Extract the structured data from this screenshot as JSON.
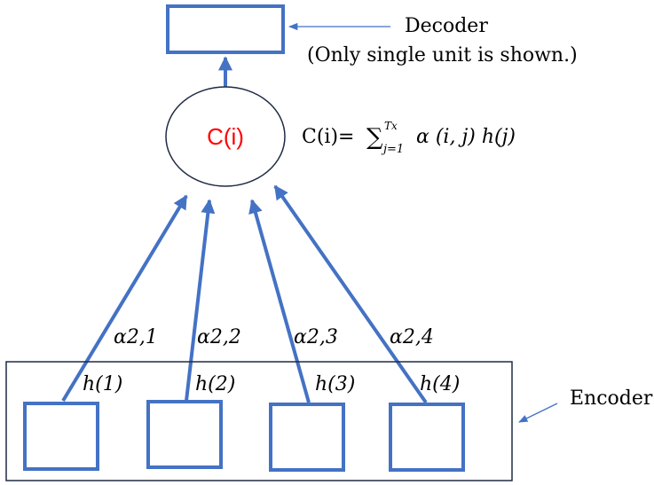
{
  "decoder": {
    "label": "Decoder",
    "note": "(Only single unit is shown.)"
  },
  "context": {
    "node_label": "C(i)",
    "formula_lhs": "C(i)=",
    "formula_sum": "∑",
    "formula_sup": "Tx",
    "formula_sub": "j=1",
    "formula_body": "α (i, j) h(j)"
  },
  "encoder": {
    "label": "Encoder",
    "units": [
      {
        "h_label": "h(1)",
        "alpha_label": "α2,1"
      },
      {
        "h_label": "h(2)",
        "alpha_label": "α2,2"
      },
      {
        "h_label": "h(3)",
        "alpha_label": "α2,3"
      },
      {
        "h_label": "h(4)",
        "alpha_label": "α2,4"
      }
    ]
  },
  "colors": {
    "primary_blue": "#4472C4",
    "encoder_border": "#1F2A44",
    "node_label_red": "#FF0000",
    "text": "#000000"
  }
}
